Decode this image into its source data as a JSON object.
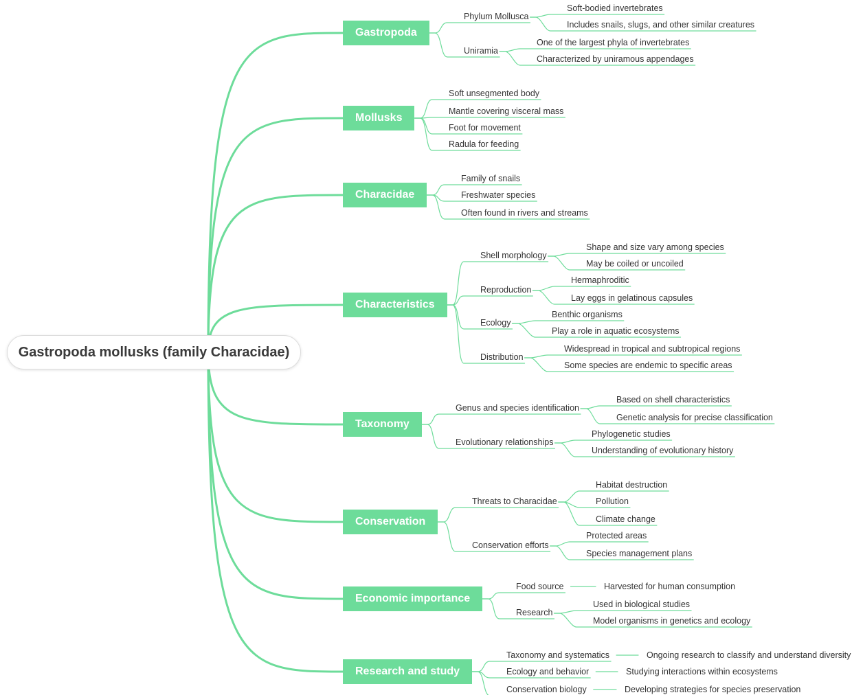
{
  "colors": {
    "branch": "#6ddc9a",
    "text": "#333333",
    "root_text": "#3a3a3a"
  },
  "root": "Gastropoda mollusks (family Characidae)",
  "branches": [
    {
      "label": "Gastropoda",
      "children": [
        {
          "label": "Phylum Mollusca",
          "children": [
            {
              "label": "Soft-bodied invertebrates"
            },
            {
              "label": "Includes snails, slugs, and other similar creatures"
            }
          ]
        },
        {
          "label": "Uniramia",
          "children": [
            {
              "label": "One of the largest phyla of invertebrates"
            },
            {
              "label": "Characterized by uniramous appendages"
            }
          ]
        }
      ]
    },
    {
      "label": "Mollusks",
      "children": [
        {
          "label": "Soft unsegmented body"
        },
        {
          "label": "Mantle covering visceral mass"
        },
        {
          "label": "Foot for movement"
        },
        {
          "label": "Radula for feeding"
        }
      ]
    },
    {
      "label": "Characidae",
      "children": [
        {
          "label": "Family of snails"
        },
        {
          "label": "Freshwater species"
        },
        {
          "label": "Often found in rivers and streams"
        }
      ]
    },
    {
      "label": "Characteristics",
      "children": [
        {
          "label": "Shell morphology",
          "children": [
            {
              "label": "Shape and size vary among species"
            },
            {
              "label": "May be coiled or uncoiled"
            }
          ]
        },
        {
          "label": "Reproduction",
          "children": [
            {
              "label": "Hermaphroditic"
            },
            {
              "label": "Lay eggs in gelatinous capsules"
            }
          ]
        },
        {
          "label": "Ecology",
          "children": [
            {
              "label": "Benthic organisms"
            },
            {
              "label": "Play a role in aquatic ecosystems"
            }
          ]
        },
        {
          "label": "Distribution",
          "children": [
            {
              "label": "Widespread in tropical and subtropical regions"
            },
            {
              "label": "Some species are endemic to specific areas"
            }
          ]
        }
      ]
    },
    {
      "label": "Taxonomy",
      "children": [
        {
          "label": "Genus and species identification",
          "children": [
            {
              "label": "Based on shell characteristics"
            },
            {
              "label": "Genetic analysis for precise classification"
            }
          ]
        },
        {
          "label": "Evolutionary relationships",
          "children": [
            {
              "label": "Phylogenetic studies"
            },
            {
              "label": "Understanding of evolutionary history"
            }
          ]
        }
      ]
    },
    {
      "label": "Conservation",
      "children": [
        {
          "label": "Threats to Characidae",
          "children": [
            {
              "label": "Habitat destruction"
            },
            {
              "label": "Pollution"
            },
            {
              "label": "Climate change"
            }
          ]
        },
        {
          "label": "Conservation efforts",
          "children": [
            {
              "label": "Protected areas"
            },
            {
              "label": "Species management plans"
            }
          ]
        }
      ]
    },
    {
      "label": "Economic importance",
      "children": [
        {
          "label": "Food source",
          "children": [
            {
              "label": "Harvested for human consumption"
            }
          ]
        },
        {
          "label": "Research",
          "children": [
            {
              "label": "Used in biological studies"
            },
            {
              "label": "Model organisms in genetics and ecology"
            }
          ]
        }
      ]
    },
    {
      "label": "Research and study",
      "children": [
        {
          "label": "Taxonomy and systematics",
          "children": [
            {
              "label": "Ongoing research to classify and understand diversity"
            }
          ]
        },
        {
          "label": "Ecology and behavior",
          "children": [
            {
              "label": "Studying interactions within ecosystems"
            }
          ]
        },
        {
          "label": "Conservation biology",
          "children": [
            {
              "label": "Developing strategies for species preservation"
            }
          ]
        }
      ]
    }
  ]
}
